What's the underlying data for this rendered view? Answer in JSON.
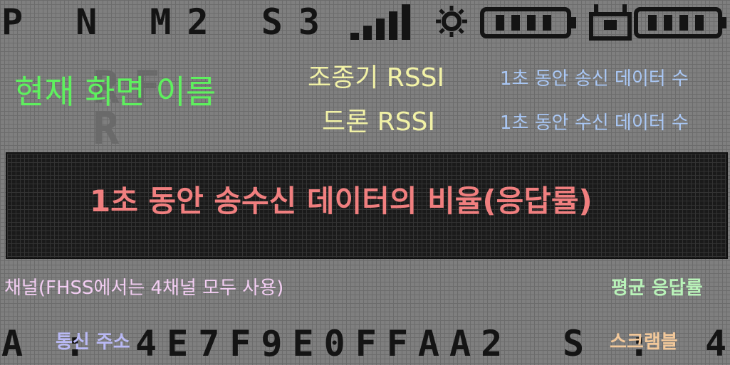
{
  "status_bar": {
    "mode_text": "P N M2 S3"
  },
  "labels": {
    "screen_name": "현재 화면 이름",
    "controller_rssi": "조종기 RSSI",
    "drone_rssi": "드론 RSSI",
    "tx_per_sec": "1초 동안 송신 데이터 수",
    "rx_per_sec": "1초 동안 수신 데이터 수",
    "ratio": "1초 동안 송수신 데이터의 비율(응답률)",
    "channel": "채널(FHSS에서는 4채널 모두 사용)",
    "avg_response": "평균 응답률",
    "comm_address": "통신 주소",
    "scramble": "스크램블"
  },
  "address_row": {
    "prefix": "A :",
    "value": "4E7F9E0FFAA2",
    "scramble_label": "S :",
    "scramble_value": "4"
  },
  "icons": [
    "signal-strength-icon",
    "gear-icon",
    "controller-battery-icon",
    "drone-icon",
    "drone-battery-icon"
  ],
  "colors": {
    "lcd_background": "#7f7f7f",
    "lcd_pixel_on": "#141414",
    "screen_name": "#5ef05e",
    "rssi": "#f2f2a6",
    "data_count": "#a9c7f5",
    "ratio": "#f07f7f",
    "channel": "#f2cdf2",
    "avg_response": "#b8f2b8",
    "comm_address": "#b9b9f5",
    "scramble": "#f2c89a"
  }
}
